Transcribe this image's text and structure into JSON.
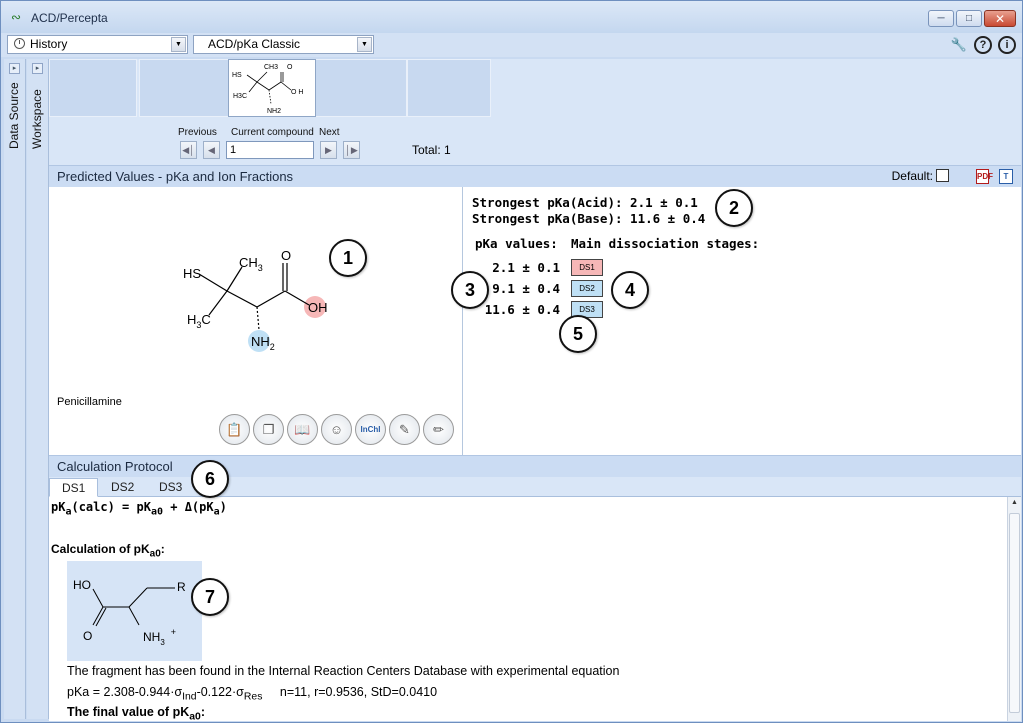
{
  "window": {
    "title": "ACD/Percepta"
  },
  "toolbar": {
    "history_label": "History",
    "module_label": "ACD/pKa Classic"
  },
  "side": {
    "data_source": "Data Source",
    "workspace": "Workspace"
  },
  "navigator": {
    "previous_label": "Previous",
    "current_label": "Current compound",
    "next_label": "Next",
    "current_value": "1",
    "total_text": "Total: 1"
  },
  "predicted": {
    "title": "Predicted Values - pKa and Ion Fractions",
    "default_label": "Default:",
    "compound_name": "Penicillamine",
    "strongest_acid": "Strongest pKa(Acid): 2.1 ± 0.1",
    "strongest_base": "Strongest pKa(Base): 11.6 ± 0.4",
    "pka_header": "pKa values:",
    "stages_header": "Main dissociation stages:",
    "pka_values": [
      "2.1 ± 0.1",
      "9.1 ± 0.4",
      "11.6 ± 0.4"
    ],
    "stages": [
      "DS1",
      "DS2",
      "DS3"
    ],
    "stage_colors": [
      "#f6b7b7",
      "#bfe0f5",
      "#bfe0f5"
    ]
  },
  "structure": {
    "hs": "HS",
    "ch3": "CH",
    "ch3_sub": "3",
    "o": "O",
    "oh": "OH",
    "h3c_pre": "H",
    "h3c_sub": "3",
    "h3c_post": "C",
    "nh2": "NH",
    "nh2_sub": "2"
  },
  "callouts": [
    "1",
    "2",
    "3",
    "4",
    "5",
    "6",
    "7"
  ],
  "protocol": {
    "title": "Calculation Protocol",
    "tabs": [
      "DS1",
      "DS2",
      "DS3"
    ],
    "formula_main": "pK",
    "formula_sub_a": "a",
    "formula_mid": "(calc) = pK",
    "formula_sub_a0": "a0",
    "formula_delta": " + Δ(pK",
    "formula_sub_a2": "a",
    "formula_end": ")",
    "calc_of": "Calculation of pK",
    "calc_of_sub": "a0",
    "calc_of_end": ":",
    "fragment_ho": "HO",
    "fragment_r": "R",
    "fragment_o": "O",
    "fragment_nh3": "NH",
    "fragment_nh3_sub": "3",
    "fragment_plus": "+",
    "db_text": "The fragment has been found in the Internal Reaction Centers Database with experimental equation",
    "eq_pre": "pKa = 2.308-0.944·σ",
    "eq_sub1": "Ind",
    "eq_mid": "-0.122·σ",
    "eq_sub2": "Res",
    "eq_stats": "n=11, r=0.9536, StD=0.0410",
    "final_value": "The final value of pK",
    "final_sub": "a0",
    "final_end": ":"
  },
  "thumb": {
    "hs": "HS",
    "ch3": "CH3",
    "o": "O",
    "h3c": "H3C",
    "oh": "O H",
    "nh2": "NH2"
  }
}
